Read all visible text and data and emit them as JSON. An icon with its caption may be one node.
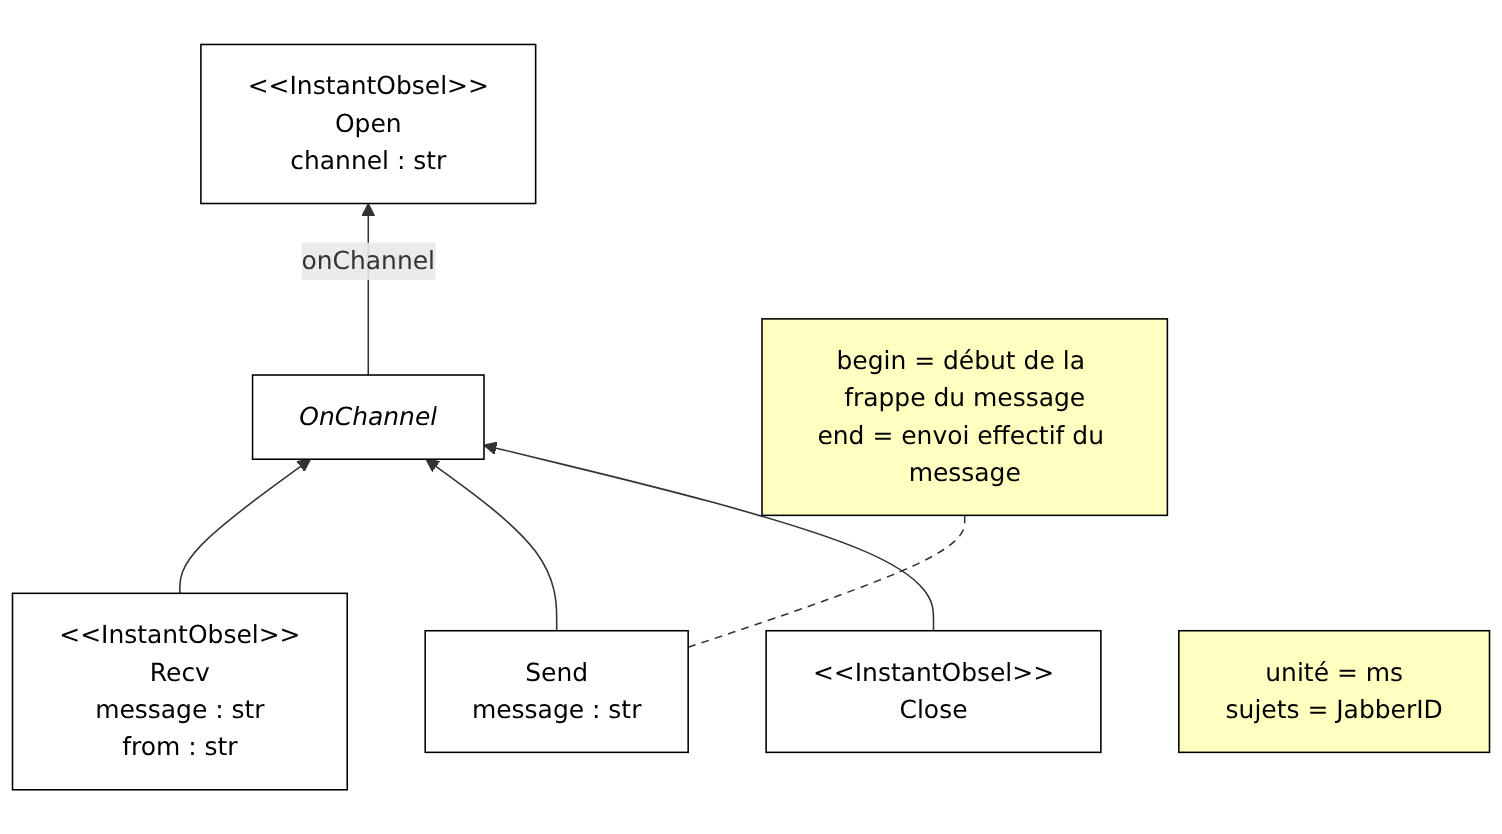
{
  "diagram": {
    "nodes": [
      {
        "text": [
          "<<InstantObsel>>",
          "Open",
          "channel : str"
        ]
      },
      {
        "text": [
          "OnChannel"
        ]
      },
      {
        "text": [
          "<<InstantObsel>>",
          "Recv",
          "message : str",
          "from : str"
        ]
      },
      {
        "text": [
          "Send",
          "message : str"
        ]
      },
      {
        "text": [
          "<<InstantObsel>>",
          "Close"
        ]
      },
      {
        "text": [
          "unité = ms",
          "sujets = JabberID"
        ]
      },
      {
        "text": [
          "begin = début de la frappe du message",
          "end = envoi effectif du message"
        ]
      }
    ],
    "edges": [
      {
        "from": 1,
        "to": 0,
        "arrow": "to",
        "label": "onChannel"
      },
      {
        "from": 2,
        "to": 1,
        "arrow": "to"
      },
      {
        "from": 3,
        "to": 1,
        "arrow": "to"
      },
      {
        "from": 4,
        "to": 1,
        "arrow": "to"
      },
      {
        "from": 3,
        "to": 6,
        "arrow": "none",
        "style": "dashed"
      }
    ]
  }
}
